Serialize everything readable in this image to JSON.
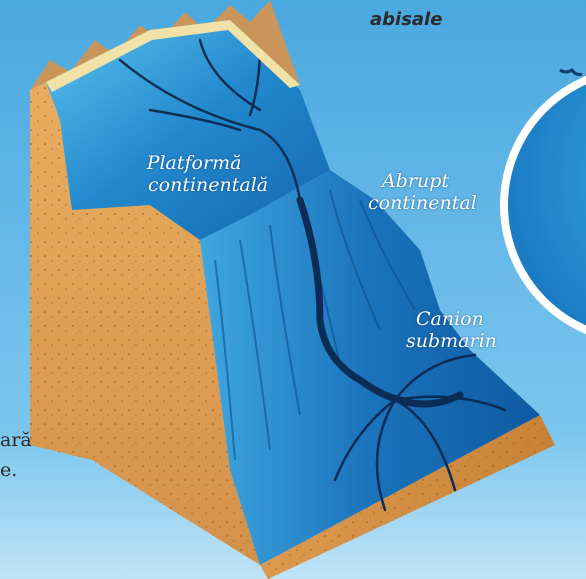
{
  "heading": "abisale",
  "labels": {
    "platform": [
      "Platformă",
      "continentală"
    ],
    "slope": [
      "Abrupt",
      "continental"
    ],
    "canyon": [
      "Canion",
      "submarin"
    ]
  },
  "side_text": [
    "ară",
    "e."
  ],
  "colors": {
    "background": "#5bb6e8",
    "water_deep": "#0b5fa8",
    "water_light": "#3fb0e6",
    "rock": "#e0a050",
    "rock_dark": "#c47f32",
    "mountains": "#c9955a",
    "label": "#ffffff"
  }
}
